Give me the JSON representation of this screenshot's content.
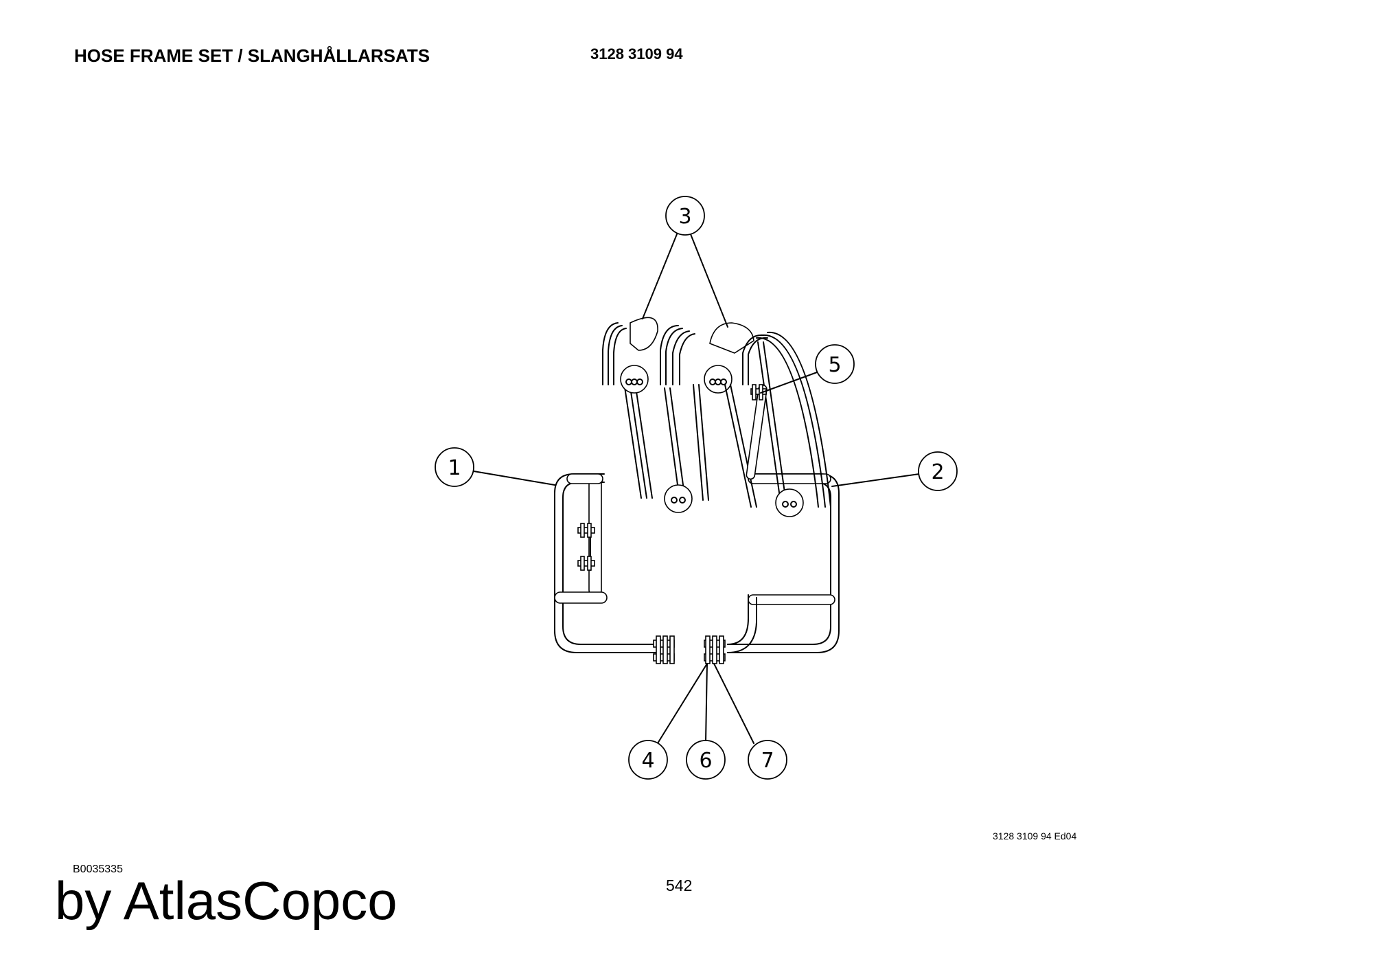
{
  "header": {
    "title": "HOSE FRAME SET / SLANGHÅLLARSATS",
    "part_number": "3128 3109 94"
  },
  "footer": {
    "edition": "3128 3109 94 Ed04",
    "image_ref": "B0035335",
    "page_number": "542",
    "brand": "by AtlasCopco"
  },
  "callouts": [
    "1",
    "2",
    "3",
    "4",
    "5",
    "6",
    "7"
  ]
}
